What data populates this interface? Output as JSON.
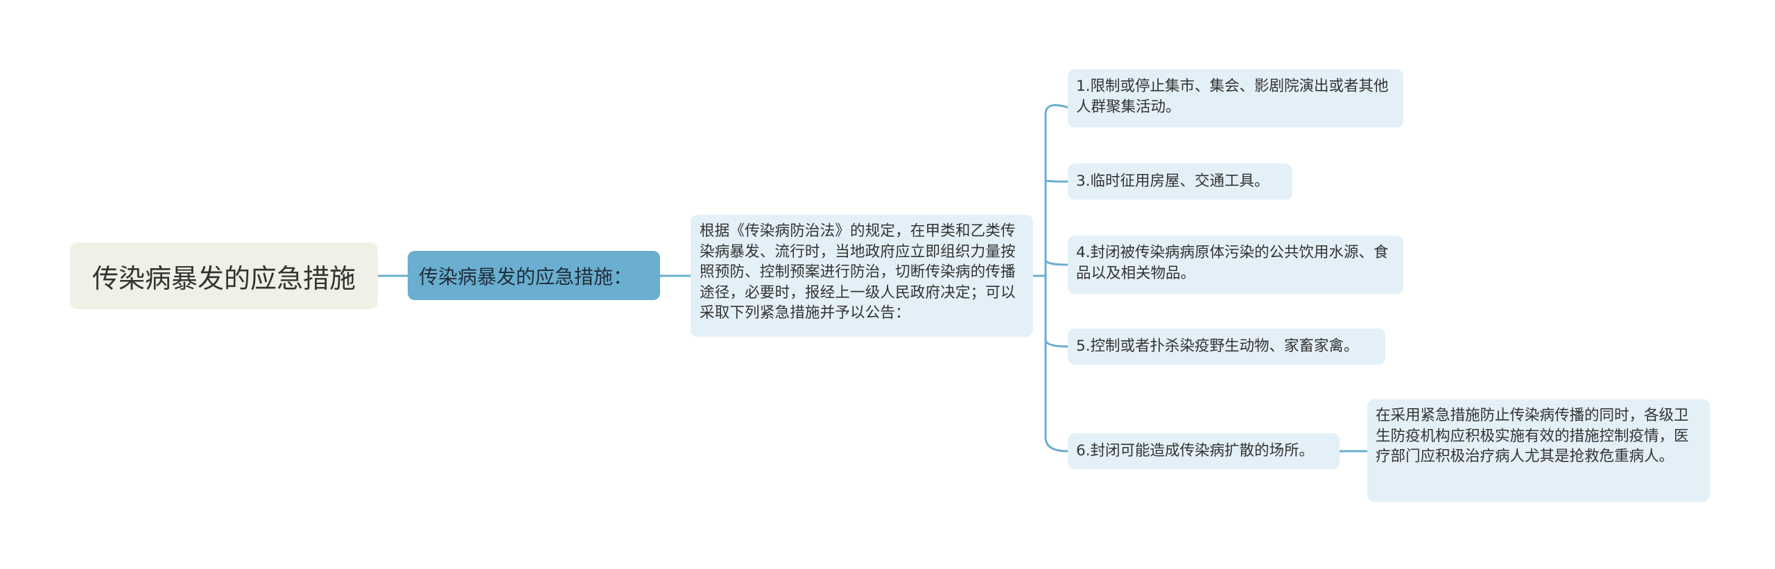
{
  "root": {
    "label": "传染病暴发的应急措施"
  },
  "level1": {
    "label": "传染病暴发的应急措施："
  },
  "level2": {
    "text": "根据《传染病防治法》的规定，在甲类和乙类传染病暴发、流行时，当地政府应立即组织力量按照预防、控制预案进行防治，切断传染病的传播途径，必要时，报经上一级人民政府决定；可以采取下列紧急措施并予以公告："
  },
  "measures": [
    {
      "label": "1.限制或停止集市、集会、影剧院演出或者其他人群聚集活动。"
    },
    {
      "label": "3.临时征用房屋、交通工具。"
    },
    {
      "label": "4.封闭被传染病病原体污染的公共饮用水源、食品以及相关物品。"
    },
    {
      "label": "5.控制或者扑杀染疫野生动物、家畜家禽。"
    },
    {
      "label": "6.封闭可能造成传染病扩散的场所。"
    }
  ],
  "note": {
    "text": "在采用紧急措施防止传染病传播的同时，各级卫生防疫机构应积极实施有效的措施控制疫情，医疗部门应积极治疗病人尤其是抢救危重病人。"
  },
  "colors": {
    "connector": "#6aaed0",
    "root_bg": "#f1f0e6",
    "level1_bg": "#6aaed0",
    "leaf_bg": "#e3f0f7"
  }
}
